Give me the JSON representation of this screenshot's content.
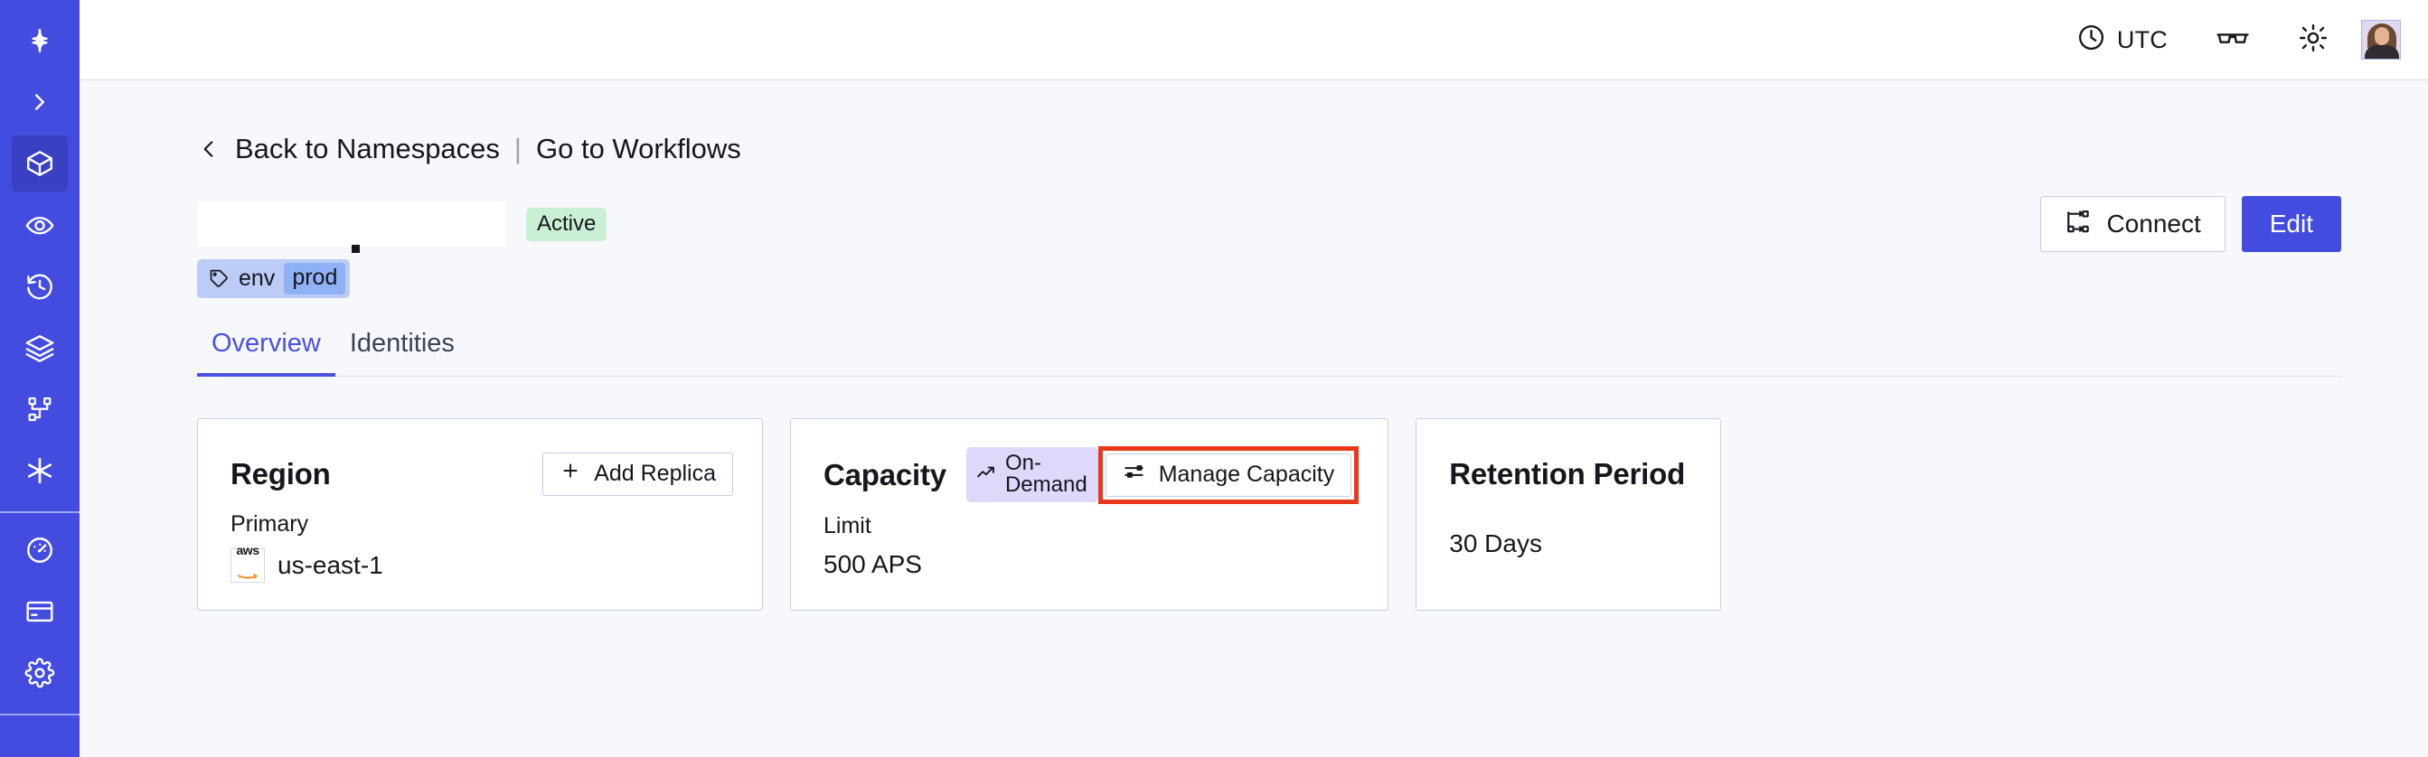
{
  "sidebar": {
    "logo_icon": "compass-star-logo",
    "items": [
      {
        "name": "expand-sidebar",
        "icon": "chevron-right-icon",
        "active": false
      },
      {
        "name": "namespaces",
        "icon": "cube-icon",
        "active": true
      },
      {
        "name": "observability",
        "icon": "eye-icon",
        "active": false
      },
      {
        "name": "schedules",
        "icon": "clock-history-icon",
        "active": false
      },
      {
        "name": "layers",
        "icon": "layers-icon",
        "active": false
      },
      {
        "name": "workflows",
        "icon": "git-branch-icon",
        "active": false
      },
      {
        "name": "nexus",
        "icon": "asterisk-icon",
        "active": false
      }
    ],
    "items_bottom": [
      {
        "name": "usage",
        "icon": "gauge-icon",
        "active": false
      },
      {
        "name": "billing",
        "icon": "credit-card-icon",
        "active": false
      },
      {
        "name": "settings",
        "icon": "gear-icon",
        "active": false
      }
    ]
  },
  "topbar": {
    "timezone_label": "UTC",
    "timezone_icon": "clock-icon",
    "glasses_icon": "glasses-icon",
    "theme_icon": "sun-icon",
    "avatar_name": "user-avatar"
  },
  "breadcrumb": {
    "back_icon": "chevron-left-icon",
    "back_label": "Back to Namespaces",
    "divider": "|",
    "forward_label": "Go to Workflows"
  },
  "header": {
    "title": "",
    "title_redacted": true,
    "status": "Active",
    "status_color": "#c9efd5",
    "connect_label": "Connect",
    "connect_icon": "connect-nodes-icon",
    "edit_label": "Edit",
    "edit_color": "#444ce0"
  },
  "tag": {
    "icon": "tag-icon",
    "key": "env",
    "value": "prod"
  },
  "tabs": [
    {
      "label": "Overview",
      "active": true
    },
    {
      "label": "Identities",
      "active": false
    }
  ],
  "cards": {
    "region": {
      "title": "Region",
      "action_label": "Add Replica",
      "action_icon": "plus-icon",
      "sublabel": "Primary",
      "provider_icon": "aws-logo",
      "provider_text": "aws",
      "value": "us-east-1"
    },
    "capacity": {
      "title": "Capacity",
      "chip_label": "On-Demand",
      "chip_icon": "trend-up-icon",
      "chip_color": "#ded8fa",
      "action_label": "Manage Capacity",
      "action_icon": "sliders-icon",
      "action_highlighted": true,
      "highlight_color": "#e8381c",
      "sublabel": "Limit",
      "value": "500 APS"
    },
    "retention": {
      "title": "Retention Period",
      "value": "30 Days"
    }
  }
}
